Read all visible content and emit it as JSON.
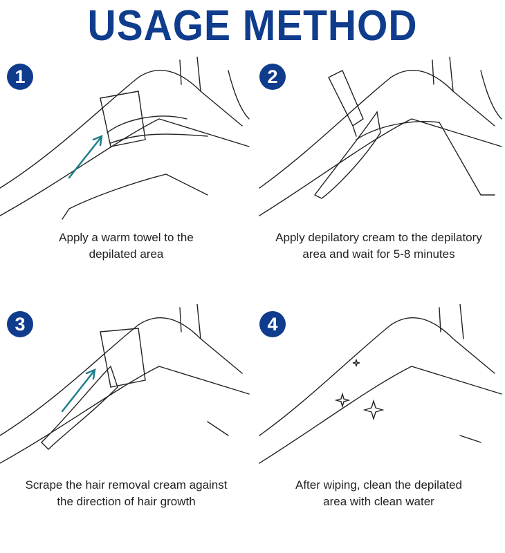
{
  "title": "USAGE METHOD",
  "accent_color": "#0f3c8c",
  "steps": [
    {
      "number": "1",
      "caption_line1": "Apply a warm towel to the",
      "caption_line2": "depilated area"
    },
    {
      "number": "2",
      "caption_line1": "Apply depilatory cream to the depilatory",
      "caption_line2": "area and wait for 5-8 minutes"
    },
    {
      "number": "3",
      "caption_line1": "Scrape the hair removal cream against",
      "caption_line2": "the direction of hair growth"
    },
    {
      "number": "4",
      "caption_line1": "After wiping, clean the depilated",
      "caption_line2": "area with clean water"
    }
  ]
}
